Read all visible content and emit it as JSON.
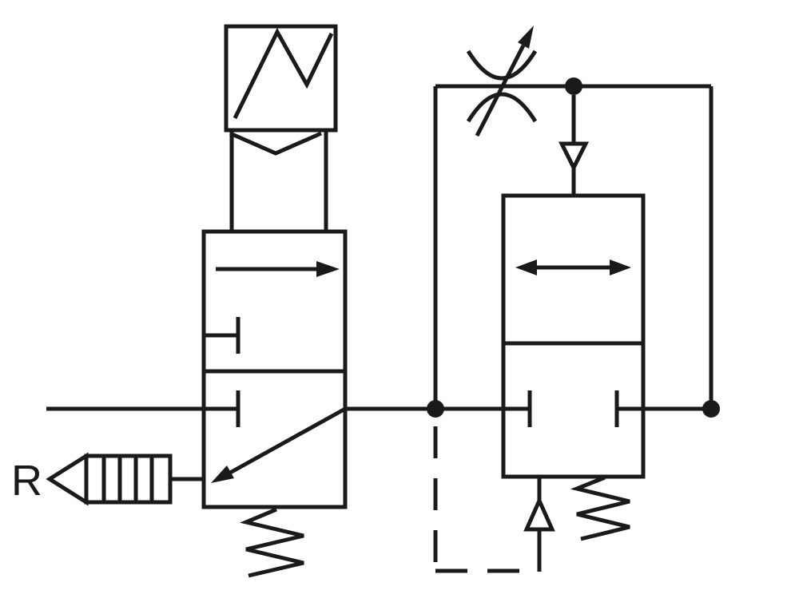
{
  "diagram": {
    "kind": "pneumatic-circuit-schematic",
    "labels": {
      "exhaust_port": "R"
    },
    "colors": {
      "stroke": "#1a1a1a",
      "background": "#ffffff"
    },
    "components": [
      "solenoid-pilot-actuator",
      "directional-valve-spring-return",
      "exhaust-silencer",
      "adjustable-flow-control",
      "check-valve",
      "shut-off-valve-spring-return",
      "pilot-check-valve",
      "pilot-control-line-dashed",
      "junction-dots"
    ]
  }
}
